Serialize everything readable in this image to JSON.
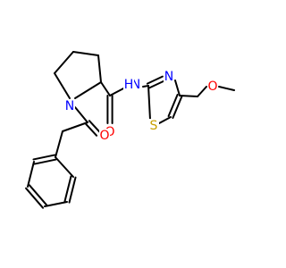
{
  "molecule": {
    "atoms": [
      {
        "id": "N1",
        "label": "N",
        "color": "#0000ff"
      },
      {
        "id": "O1",
        "label": "O",
        "color": "#ff0000"
      },
      {
        "id": "N2",
        "label": "N",
        "color": "#0000ff"
      },
      {
        "id": "H2",
        "label": "H",
        "color": "#0000ff"
      },
      {
        "id": "N3",
        "label": "N",
        "color": "#0000ff"
      },
      {
        "id": "S1",
        "label": "S",
        "color": "#c8a000"
      },
      {
        "id": "O2",
        "label": "O",
        "color": "#ff0000"
      },
      {
        "id": "O3",
        "label": "O",
        "color": "#ff0000"
      }
    ]
  }
}
